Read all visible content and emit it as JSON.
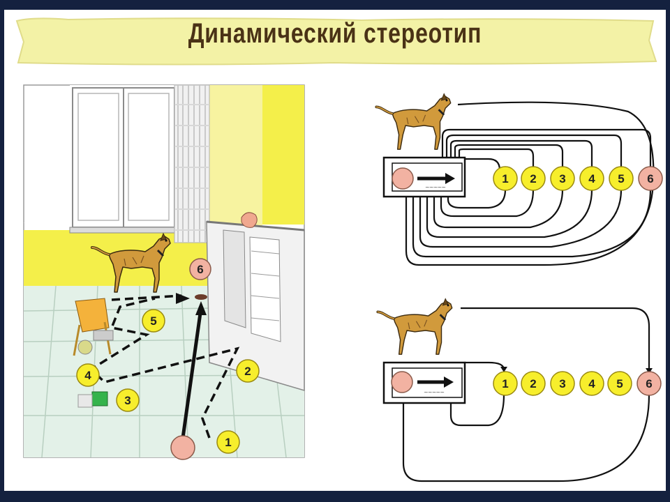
{
  "title": "Динамический стереотип",
  "scene": {
    "route_labels": [
      "1",
      "2",
      "3",
      "4",
      "5",
      "6"
    ]
  },
  "diagram_top": {
    "numbers": [
      "1",
      "2",
      "3",
      "4",
      "5",
      "6"
    ]
  },
  "diagram_bottom": {
    "numbers": [
      "1",
      "2",
      "3",
      "4",
      "5",
      "6"
    ]
  },
  "colors": {
    "background": "#14213f",
    "banner": "#f3f2a6",
    "title_text": "#4a3216",
    "wall": "#f4ef4a",
    "marker_yellow": "#f7ee2c",
    "marker_start": "#f2b2a2",
    "line": "#111111",
    "dog": "#d19a3c"
  }
}
